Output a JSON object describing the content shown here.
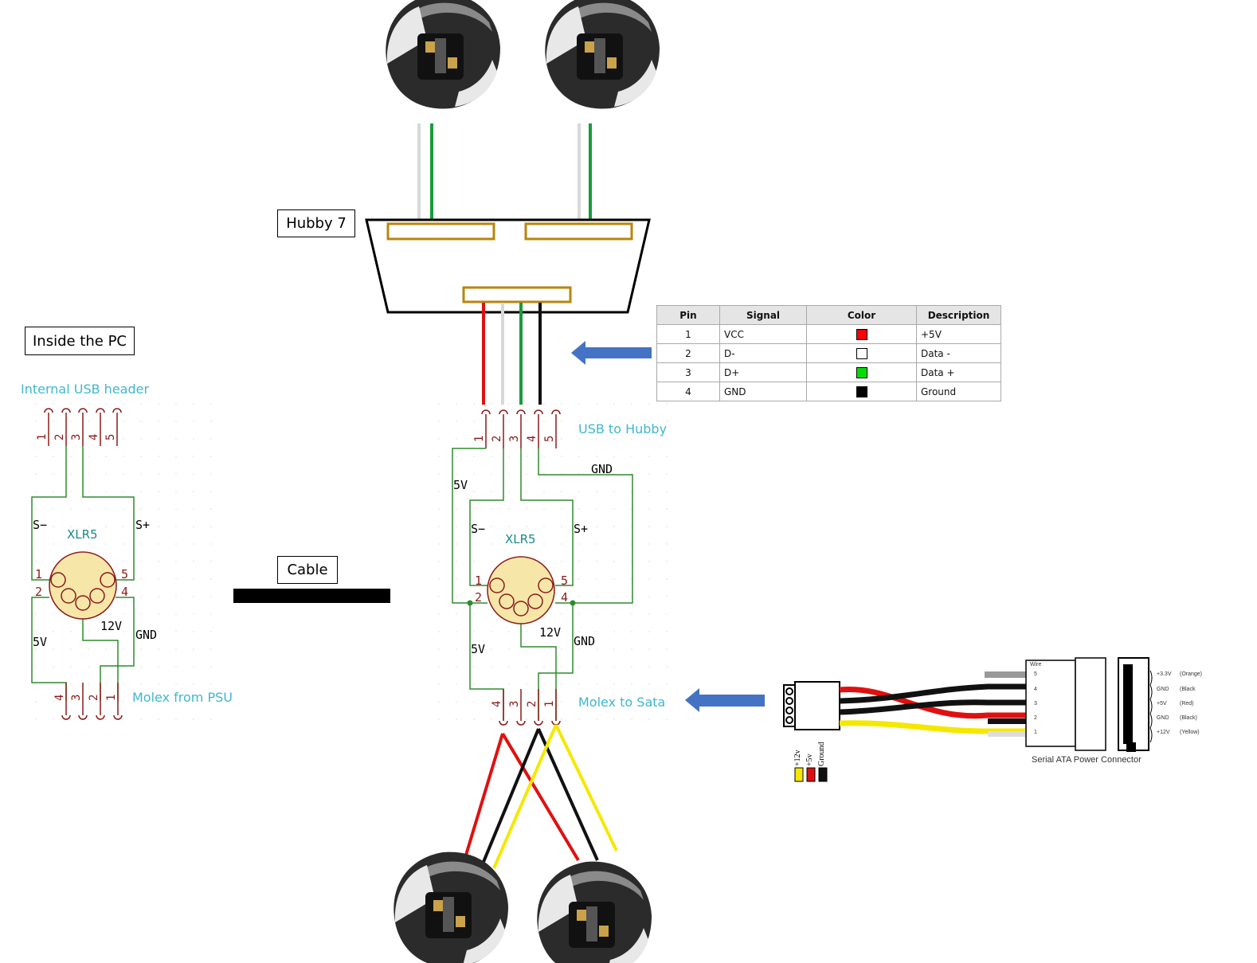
{
  "labels": {
    "hubby": "Hubby 7",
    "inside_pc": "Inside the PC",
    "cable": "Cable",
    "internal_usb_header": "Internal USB header",
    "molex_from_psu": "Molex from PSU",
    "usb_to_hubby": "USB to Hubby",
    "molex_to_sata": "Molex to Sata"
  },
  "schematic": {
    "connector": "XLR5",
    "s_minus": "S−",
    "s_plus": "S+",
    "v5": "5V",
    "v12": "12V",
    "gnd": "GND",
    "pin_numbers": [
      "1",
      "2",
      "3",
      "4",
      "5"
    ]
  },
  "pin_table": {
    "headers": [
      "Pin",
      "Signal",
      "Color",
      "Description"
    ],
    "rows": [
      {
        "pin": "1",
        "signal": "VCC",
        "color": "#ff0000",
        "description": "+5V"
      },
      {
        "pin": "2",
        "signal": "D-",
        "color": "#ffffff",
        "description": "Data -"
      },
      {
        "pin": "3",
        "signal": "D+",
        "color": "#00dd00",
        "description": "Data +"
      },
      {
        "pin": "4",
        "signal": "GND",
        "color": "#000000",
        "description": "Ground"
      }
    ]
  },
  "sata_adapter": {
    "caption": "Serial ATA Power Connector",
    "wire_header": "Wire",
    "wire_numbers": [
      "5",
      "4",
      "3",
      "2",
      "1"
    ],
    "pin_voltages": [
      "+3.3V",
      "GND",
      "+5V",
      "GND",
      "+12V"
    ],
    "pin_colors": [
      "(Orange)",
      "(Black",
      "(Red)",
      "(Black)",
      "(Yellow)"
    ],
    "molex_labels": [
      "+12v",
      "+5v",
      "Ground"
    ]
  },
  "colors": {
    "schematic_wire": "#2e8b2e",
    "pin_red": "#8b1a1a",
    "part_label": "#1a8a8a",
    "cyan": "#3fb7cf",
    "hub_pad": "#b8860b",
    "arrow": "#4472c4"
  }
}
